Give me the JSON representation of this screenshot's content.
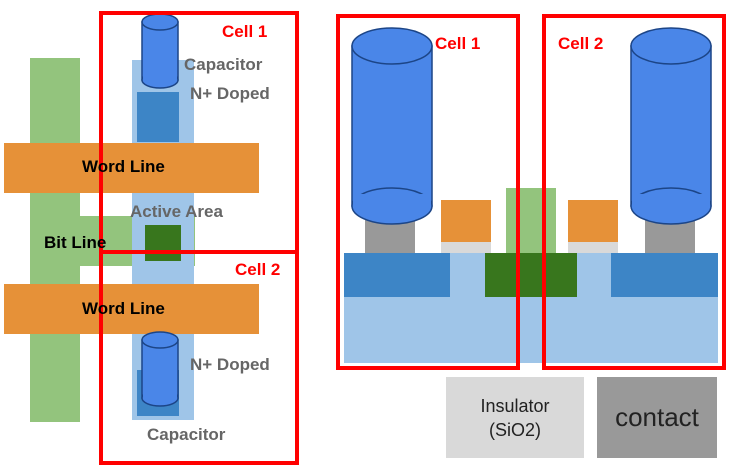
{
  "colors": {
    "bit_line": "#93c47d",
    "word_line": "#e69138",
    "active_area": "#9fc5e8",
    "n_doped": "#3d85c6",
    "capacitor": "#4a86e8",
    "dark_green": "#38761d",
    "red_box": "#ff0000",
    "insulator": "#d9d9d9",
    "contact": "#999999",
    "gray_text": "#666666"
  },
  "top_view": {
    "cell1_label": "Cell 1",
    "cell2_label": "Cell 2",
    "capacitor_top_label": "Capacitor",
    "n_doped_top_label": "N+ Doped",
    "word_line_top_label": "Word Line",
    "active_area_label": "Active Area",
    "bit_line_label": "Bit Line",
    "word_line_bottom_label": "Word Line",
    "n_doped_bottom_label": "N+ Doped",
    "capacitor_bottom_label": "Capacitor"
  },
  "cross_section": {
    "cell1_label": "Cell 1",
    "cell2_label": "Cell 2"
  },
  "legend": {
    "insulator_label_line1": "Insulator",
    "insulator_label_line2": "(SiO2)",
    "contact_label": "contact"
  }
}
